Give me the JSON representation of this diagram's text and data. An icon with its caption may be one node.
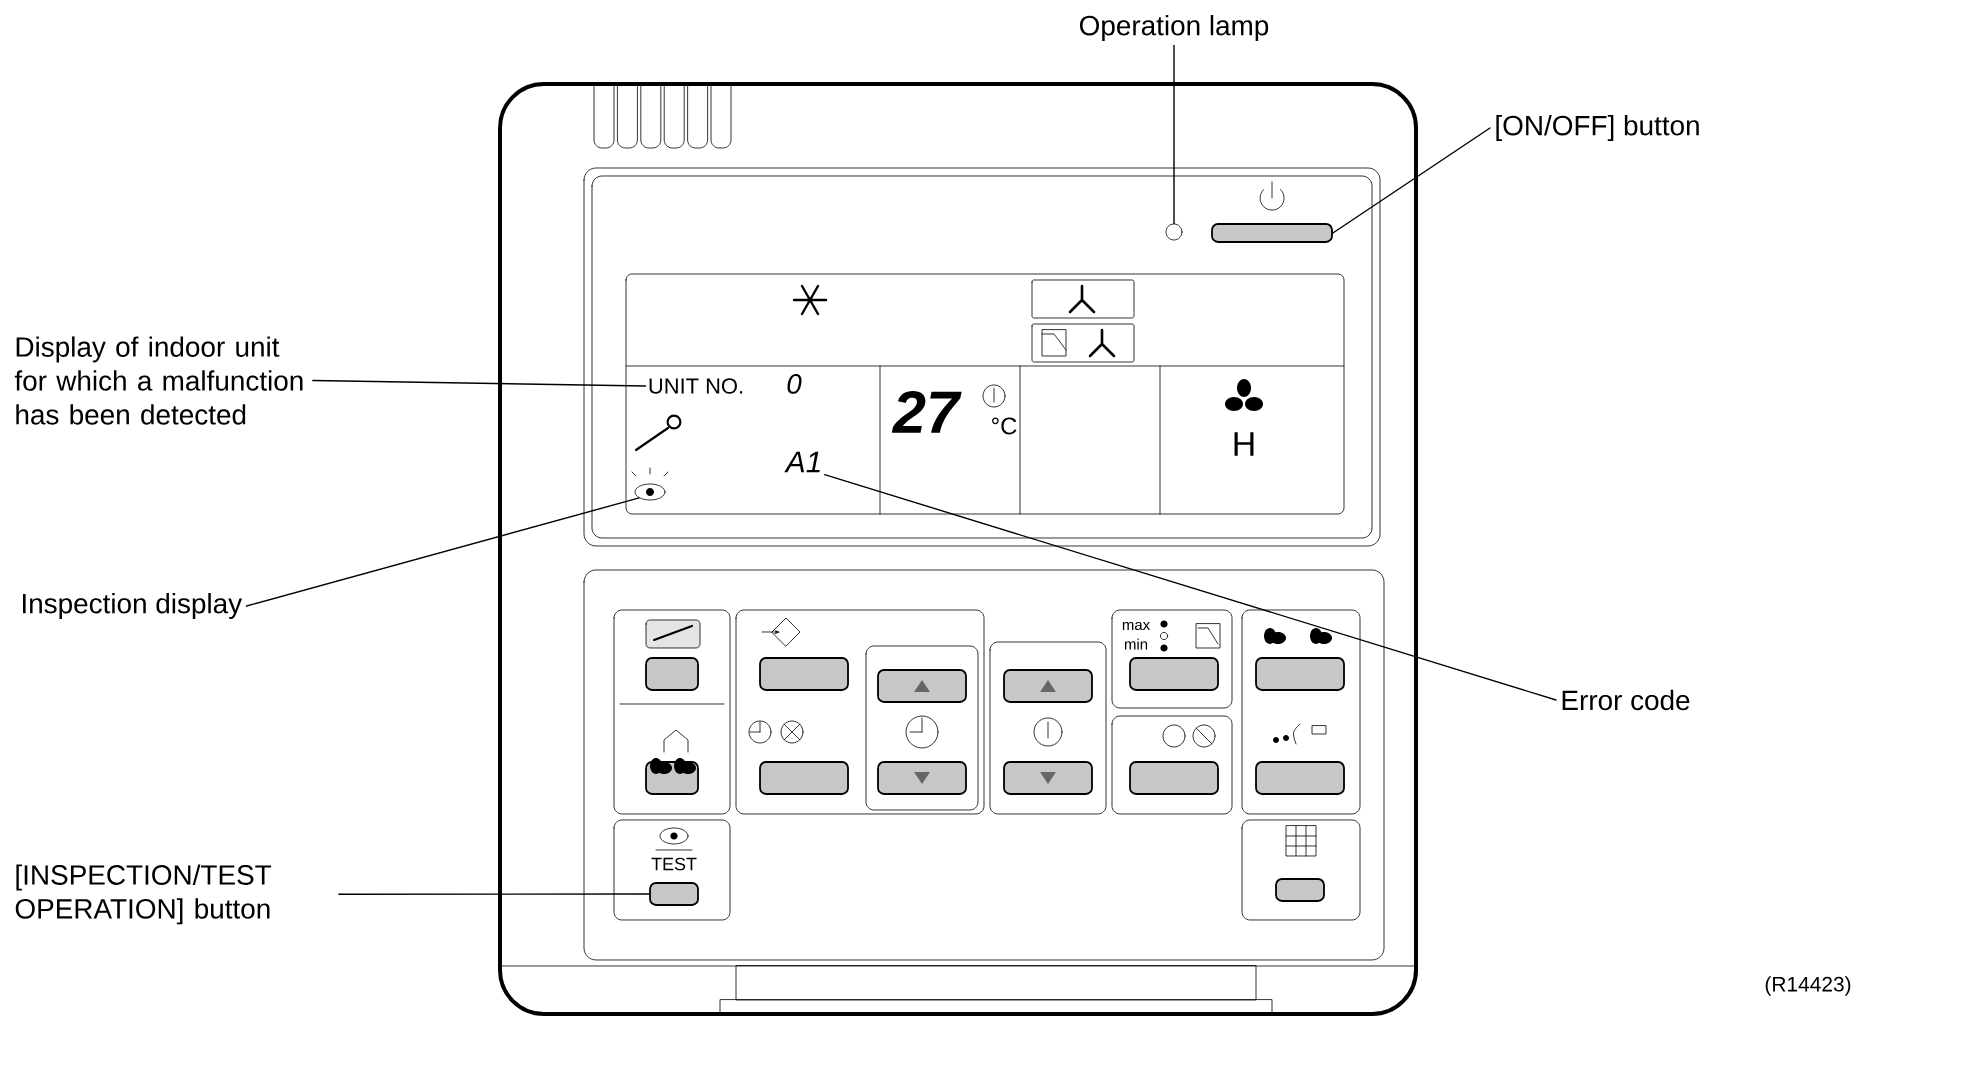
{
  "diagram": {
    "nodes": [
      {
        "text": [
          "Operation lamp"
        ]
      },
      {
        "text": [],
        "shape": "circle"
      },
      {
        "text": [
          "[ON/OFF] button"
        ]
      },
      {
        "text": [],
        "shape": "button"
      },
      {
        "text": [
          "Display of indoor unit for which a malfunction has been detected"
        ]
      },
      {
        "text": [
          "UNIT NO."
        ]
      },
      {
        "text": [
          "Inspection display"
        ]
      },
      {
        "text": [],
        "shape": "eye"
      },
      {
        "text": [
          "Error code"
        ]
      },
      {
        "text": [
          "A1"
        ]
      },
      {
        "text": [
          "[INSPECTION/TEST OPERATION] button"
        ]
      },
      {
        "text": [],
        "shape": "button"
      }
    ],
    "edges": [
      {
        "from": 0,
        "to": 1,
        "arrow": "none"
      },
      {
        "from": 2,
        "to": 3,
        "arrow": "none"
      },
      {
        "from": 4,
        "to": 5,
        "arrow": "none"
      },
      {
        "from": 6,
        "to": 7,
        "arrow": "none"
      },
      {
        "from": 8,
        "to": 9,
        "arrow": "none"
      },
      {
        "from": 10,
        "to": 11,
        "arrow": "none"
      }
    ],
    "labels": [
      "0",
      "27",
      "°C",
      "H",
      "max",
      "min",
      "TEST",
      "(R14423)"
    ]
  }
}
